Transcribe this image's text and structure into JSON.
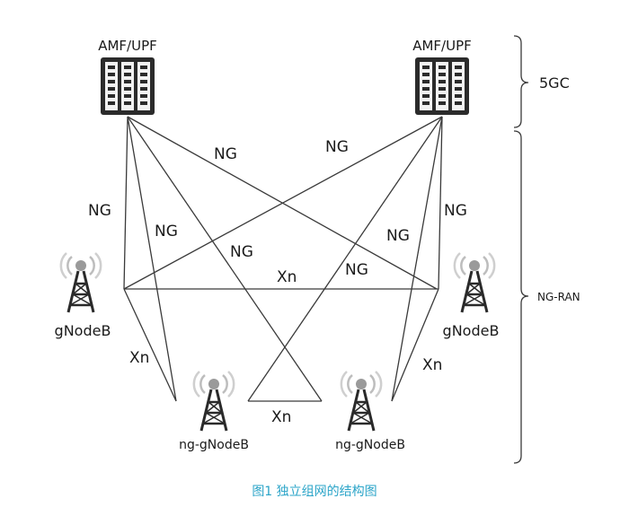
{
  "colors": {
    "line": "#3a3a3a",
    "text": "#1a1a1a",
    "caption": "#2aa4c8",
    "server_body": "#2b2b2b",
    "tower": "#2a2a2a",
    "tower_glow": "#bdbdbd"
  },
  "nodes": {
    "amf_left": {
      "label": "AMF/UPF",
      "icon": "server-rack-icon"
    },
    "amf_right": {
      "label": "AMF/UPF",
      "icon": "server-rack-icon"
    },
    "gnb_left": {
      "label": "gNodeB",
      "icon": "cell-tower-icon"
    },
    "gnb_right": {
      "label": "gNodeB",
      "icon": "cell-tower-icon"
    },
    "nggnb_left": {
      "label": "ng-gNodeB",
      "icon": "cell-tower-icon"
    },
    "nggnb_right": {
      "label": "ng-gNodeB",
      "icon": "cell-tower-icon"
    }
  },
  "links": {
    "ng_cross_left": "NG",
    "ng_cross_right": "NG",
    "ng_left_vertical": "NG",
    "ng_right_vertical": "NG",
    "ng_inner_left_a": "NG",
    "ng_inner_left_b": "NG",
    "ng_inner_right_a": "NG",
    "ng_inner_right_b": "NG",
    "xn_middle": "Xn",
    "xn_left": "Xn",
    "xn_right": "Xn",
    "xn_bottom": "Xn"
  },
  "brackets": {
    "core": "5GC",
    "ran": "NG-RAN"
  },
  "caption": "图1  独立组网的结构图"
}
